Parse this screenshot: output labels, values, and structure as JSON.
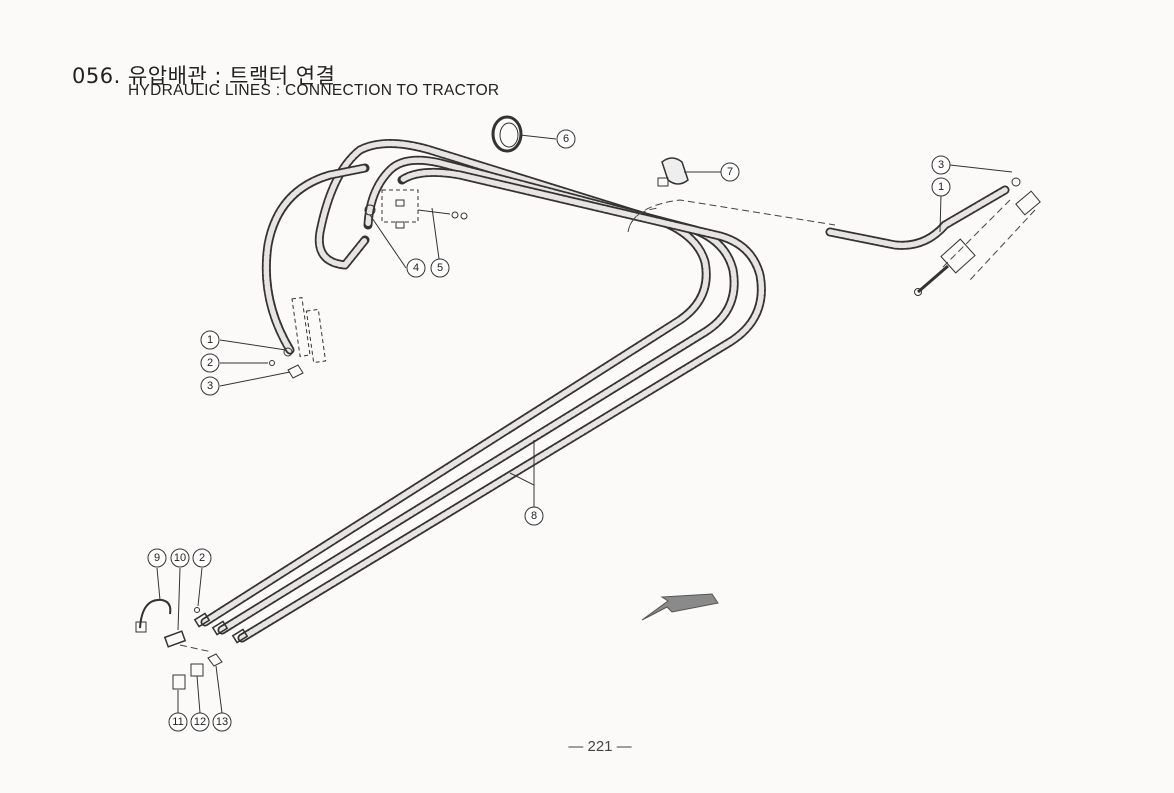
{
  "header": {
    "title_korean": "056. 유압배관 : 트랙터 연결",
    "title_english": "HYDRAULIC LINES : CONNECTION TO TRACTOR"
  },
  "footer": {
    "page_number": "— 221 —"
  },
  "callouts": [
    {
      "label": "1"
    },
    {
      "label": "2"
    },
    {
      "label": "3"
    },
    {
      "label": "4"
    },
    {
      "label": "5"
    },
    {
      "label": "6"
    },
    {
      "label": "7"
    },
    {
      "label": "3"
    },
    {
      "label": "1"
    },
    {
      "label": "8"
    },
    {
      "label": "9"
    },
    {
      "label": "10"
    },
    {
      "label": "2"
    },
    {
      "label": "11"
    },
    {
      "label": "12"
    },
    {
      "label": "13"
    }
  ],
  "colors": {
    "ink": "#333333",
    "paper": "#fcf9f9",
    "arrow": "#777777"
  }
}
